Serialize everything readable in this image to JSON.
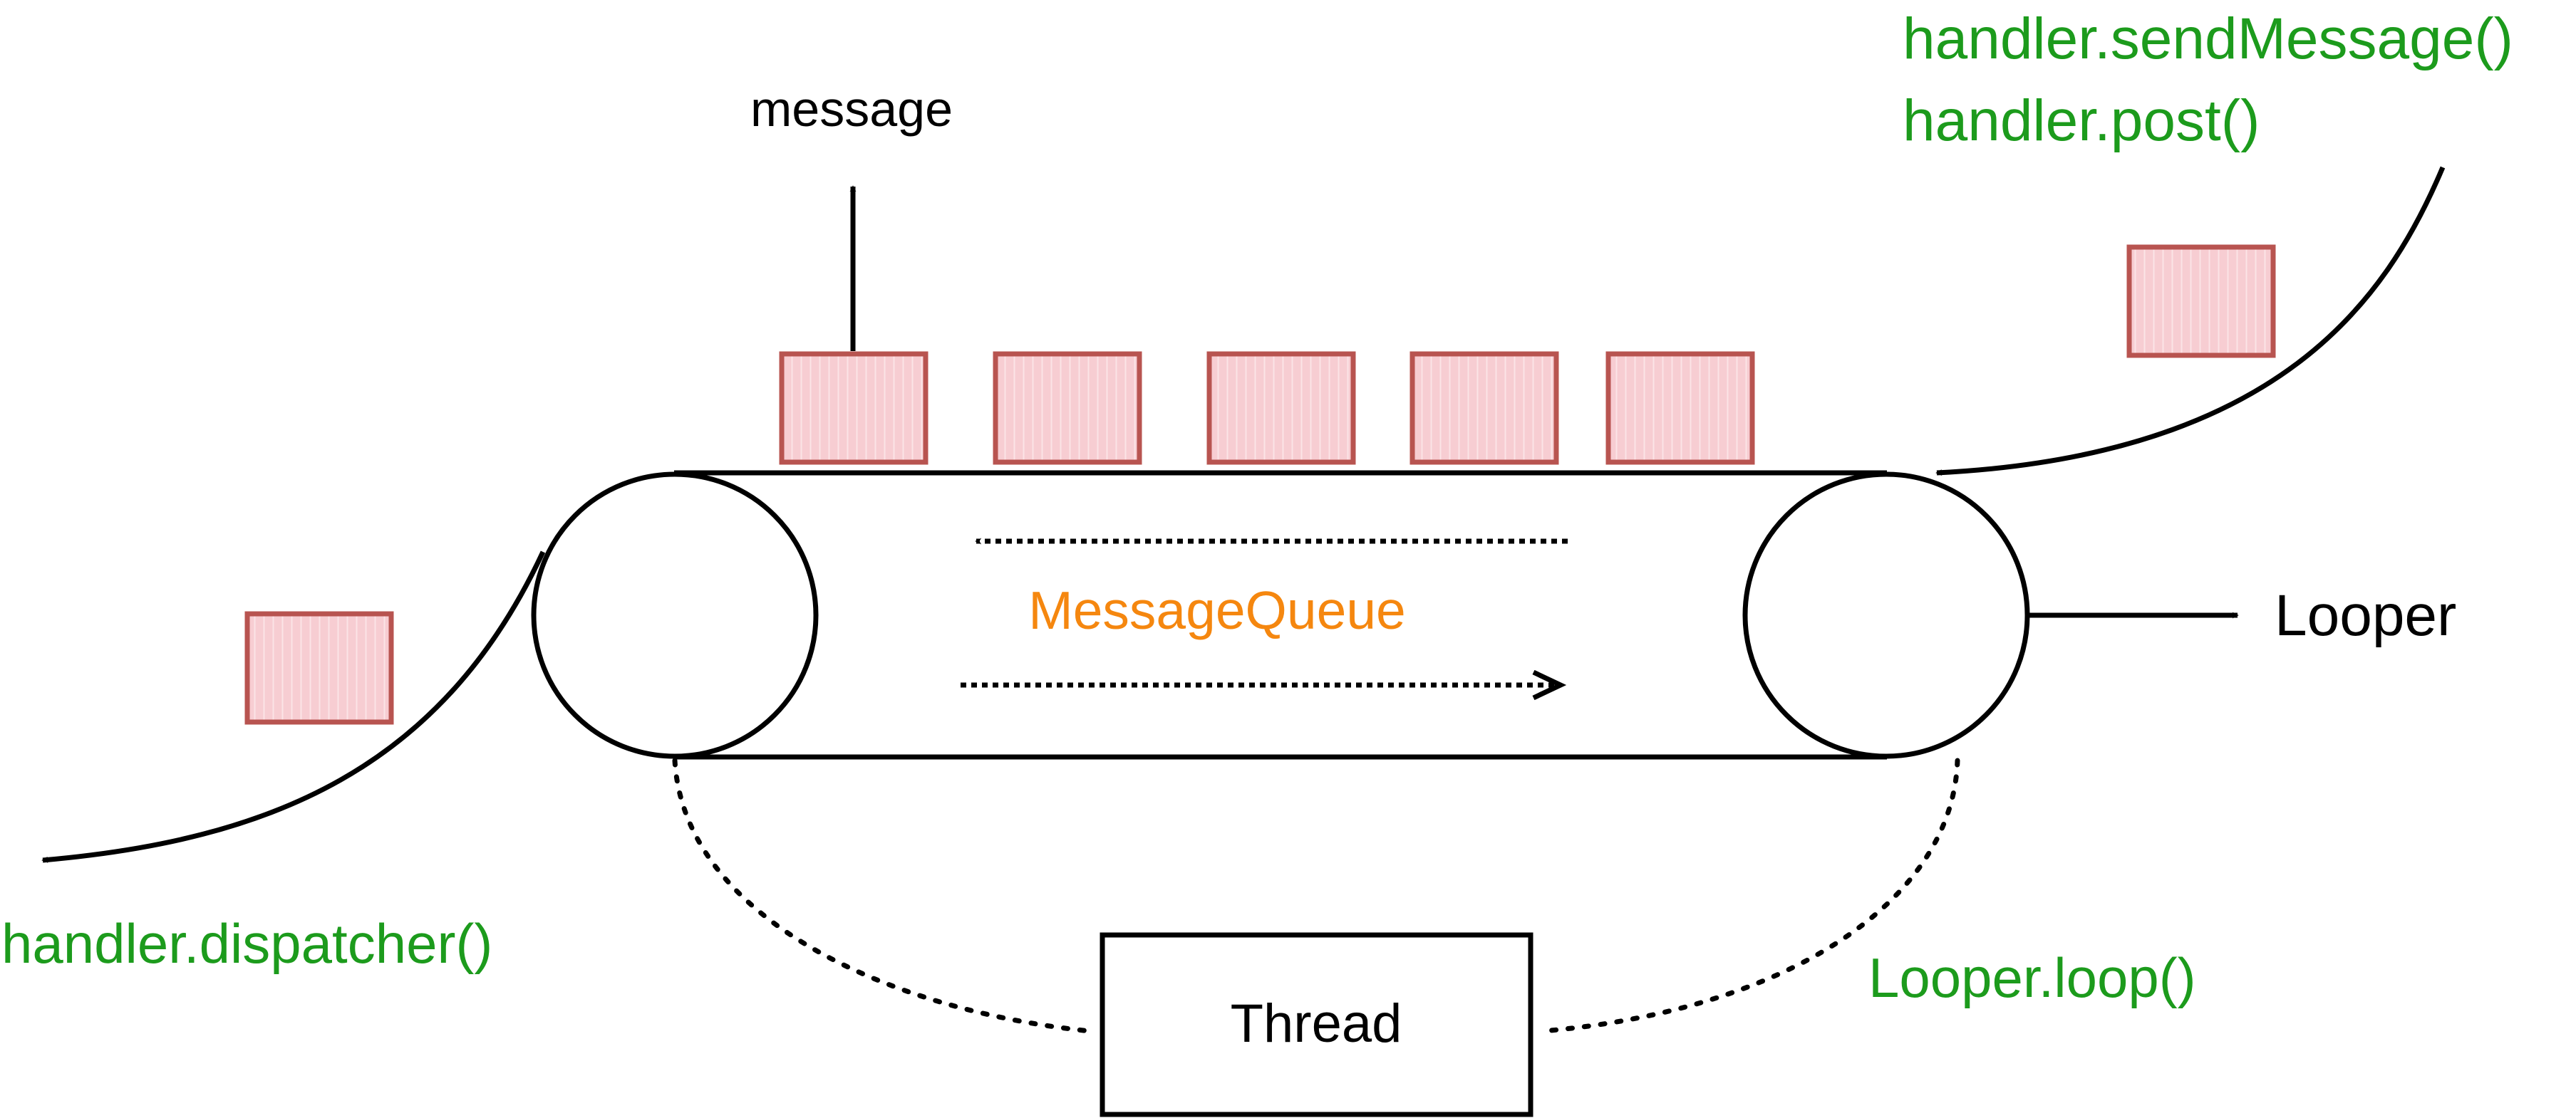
{
  "labels": {
    "message": "message",
    "send_message": "handler.sendMessage()",
    "post": "handler.post()",
    "message_queue": "MessageQueue",
    "looper": "Looper",
    "dispatcher": "handler.dispatcher()",
    "thread": "Thread",
    "looper_loop": "Looper.loop()"
  },
  "colors": {
    "green": "#1c9b1c",
    "orange": "#f5870f",
    "message_fill": "#f7cdd2",
    "message_stroke": "#b85450",
    "line": "#000000"
  }
}
